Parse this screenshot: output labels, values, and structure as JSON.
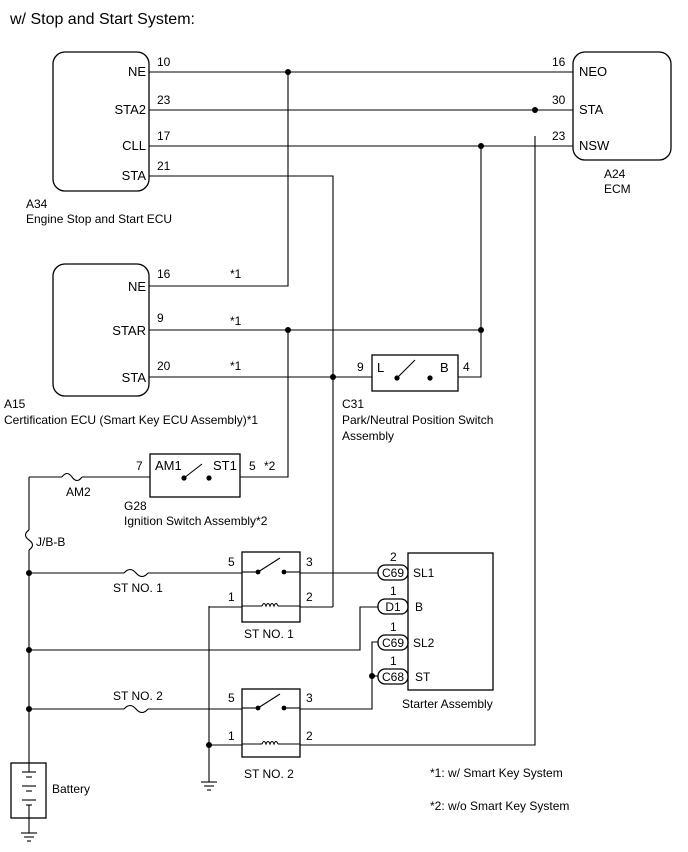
{
  "title": "w/ Stop and Start System:",
  "ecu_a34": {
    "code": "A34",
    "name": "Engine Stop and Start ECU",
    "pins": [
      {
        "label": "NE",
        "num": "10"
      },
      {
        "label": "STA2",
        "num": "23"
      },
      {
        "label": "CLL",
        "num": "17"
      },
      {
        "label": "STA",
        "num": "21"
      }
    ]
  },
  "ecm_a24": {
    "code": "A24",
    "name": "ECM",
    "pins": [
      {
        "label": "NEO",
        "num": "16"
      },
      {
        "label": "STA",
        "num": "30"
      },
      {
        "label": "NSW",
        "num": "23"
      }
    ]
  },
  "ecu_a15": {
    "code": "A15",
    "name": "Certification ECU (Smart Key ECU Assembly)*1",
    "pins": [
      {
        "label": "NE",
        "num": "16",
        "note": "*1"
      },
      {
        "label": "STAR",
        "num": "9",
        "note": "*1"
      },
      {
        "label": "STA",
        "num": "20",
        "note": "*1"
      }
    ]
  },
  "switch_c31": {
    "code": "C31",
    "name_line1": "Park/Neutral Position Switch",
    "name_line2": "Assembly",
    "left": "L",
    "right": "B",
    "pin_left": "9",
    "pin_right": "4"
  },
  "ign_g28": {
    "code": "G28",
    "name": "Ignition Switch Assembly*2",
    "left": "AM1",
    "right": "ST1",
    "pin_left": "7",
    "pin_right": "5",
    "note": "*2"
  },
  "fuses": {
    "am2": "AM2",
    "jbb": "J/B-B",
    "st1": "ST NO. 1",
    "st2": "ST NO. 2"
  },
  "relay_st1": {
    "name": "ST NO. 1",
    "pin5": "5",
    "pin3": "3",
    "pin1": "1",
    "pin2": "2"
  },
  "relay_st2": {
    "name": "ST NO. 2",
    "pin5": "5",
    "pin3": "3",
    "pin1": "1",
    "pin2": "2"
  },
  "starter": {
    "name": "Starter Assembly",
    "terms": [
      {
        "conn": "C69",
        "label": "SL1",
        "num": "2"
      },
      {
        "conn": "D1",
        "label": "B",
        "num": "1"
      },
      {
        "conn": "C69",
        "label": "SL2",
        "num": "1"
      },
      {
        "conn": "C68",
        "label": "ST",
        "num": "1"
      }
    ]
  },
  "battery": "Battery",
  "notes": [
    "*1: w/ Smart Key System",
    "*2: w/o Smart Key System"
  ]
}
